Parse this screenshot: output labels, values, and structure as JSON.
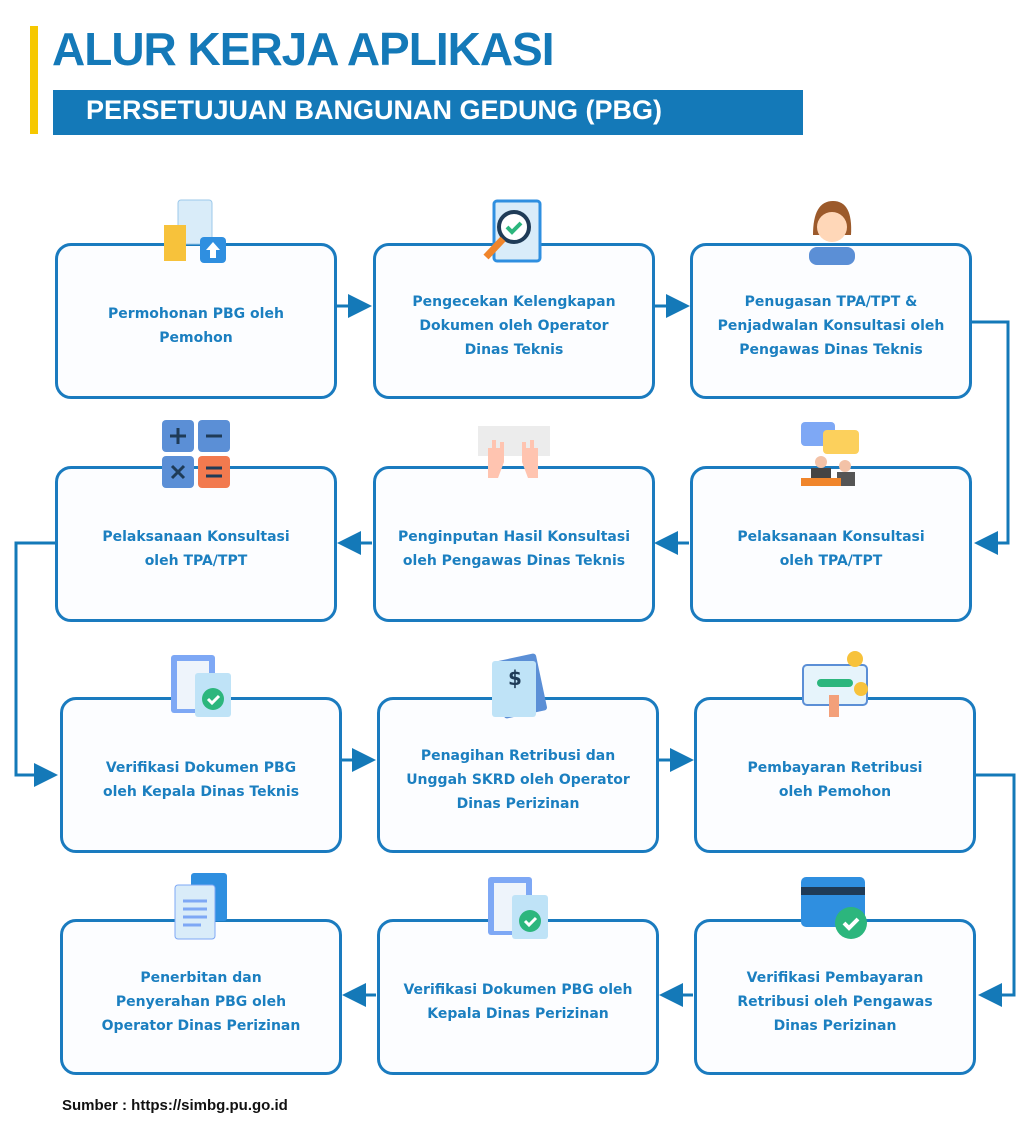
{
  "header": {
    "title": "ALUR KERJA APLIKASI",
    "subtitle": "PERSETUJUAN BANGUNAN GEDUNG (PBG)"
  },
  "steps": [
    {
      "label": "Permohonan PBG oleh\nPemohon",
      "icon": "document-building-icon"
    },
    {
      "label": "Pengecekan Kelengkapan\nDokumen oleh  Operator\nDinas Teknis",
      "icon": "magnifier-check-icon"
    },
    {
      "label": "Penugasan TPA/TPT &\nPenjadwalan Konsultasi oleh\nPengawas Dinas Teknis",
      "icon": "officer-avatar-icon"
    },
    {
      "label": "Pelaksanaan Konsultasi\noleh TPA/TPT",
      "icon": "consultation-chat-icon"
    },
    {
      "label": "Penginputan Hasil Konsultasi\noleh Pengawas Dinas Teknis",
      "icon": "keyboard-hands-icon"
    },
    {
      "label": "Pelaksanaan Konsultasi\noleh TPA/TPT",
      "icon": "calculator-icon"
    },
    {
      "label": "Verifikasi Dokumen PBG\noleh Kepala Dinas Teknis",
      "icon": "clipboard-check-icon"
    },
    {
      "label": "Penagihan Retribusi dan\nUnggah SKRD  oleh Operator\nDinas Perizinan",
      "icon": "invoice-icon"
    },
    {
      "label": "Pembayaran Retribusi\noleh Pemohon",
      "icon": "payment-icon"
    },
    {
      "label": "Verifikasi Pembayaran\nRetribusi oleh Pengawas\nDinas Perizinan",
      "icon": "card-check-icon"
    },
    {
      "label": "Verifikasi Dokumen PBG oleh\nKepala Dinas Perizinan",
      "icon": "clipboard-check-icon"
    },
    {
      "label": "Penerbitan dan\nPenyerahan PBG oleh\nOperator Dinas Perizinan",
      "icon": "documents-icon"
    }
  ],
  "footer": {
    "source": "Sumber : https://simbg.pu.go.id"
  },
  "colors": {
    "primary": "#1479b8",
    "accent": "#f6c800"
  }
}
